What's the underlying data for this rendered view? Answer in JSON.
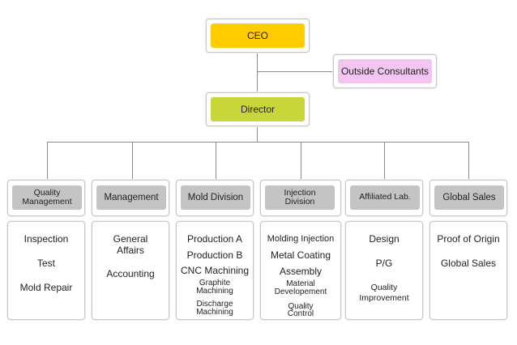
{
  "colors": {
    "ceo": "#ffcc00",
    "consultants": "#f2c6f0",
    "director": "#c8d63a",
    "division_header": "#c4c4c4",
    "connector": "#8c8c8c"
  },
  "ceo": {
    "label": "CEO"
  },
  "consultants": {
    "label": "Outside Consultants"
  },
  "director": {
    "label": "Director"
  },
  "divisions": [
    {
      "header": [
        "Quality",
        "Management"
      ],
      "items": [
        "Inspection",
        "Test",
        "Mold Repair"
      ]
    },
    {
      "header": [
        "Management"
      ],
      "items": [
        "General",
        "Affairs",
        "Accounting"
      ]
    },
    {
      "header": [
        "Mold Division"
      ],
      "items": [
        "Production A",
        "Production B",
        "CNC Machining",
        "Graphite",
        "Machining",
        "Discharge",
        "Machining"
      ]
    },
    {
      "header": [
        "Injection",
        "Division"
      ],
      "items": [
        "Molding Injection",
        "Metal Coating",
        "Assembly",
        "Material",
        "Developement",
        "Quality",
        "Control"
      ]
    },
    {
      "header": [
        "Affiliated Lab."
      ],
      "items": [
        "Design",
        "P/G",
        "Quality",
        "Improvement"
      ]
    },
    {
      "header": [
        "Global Sales"
      ],
      "items": [
        "Proof of Origin",
        "Global Sales"
      ]
    }
  ]
}
